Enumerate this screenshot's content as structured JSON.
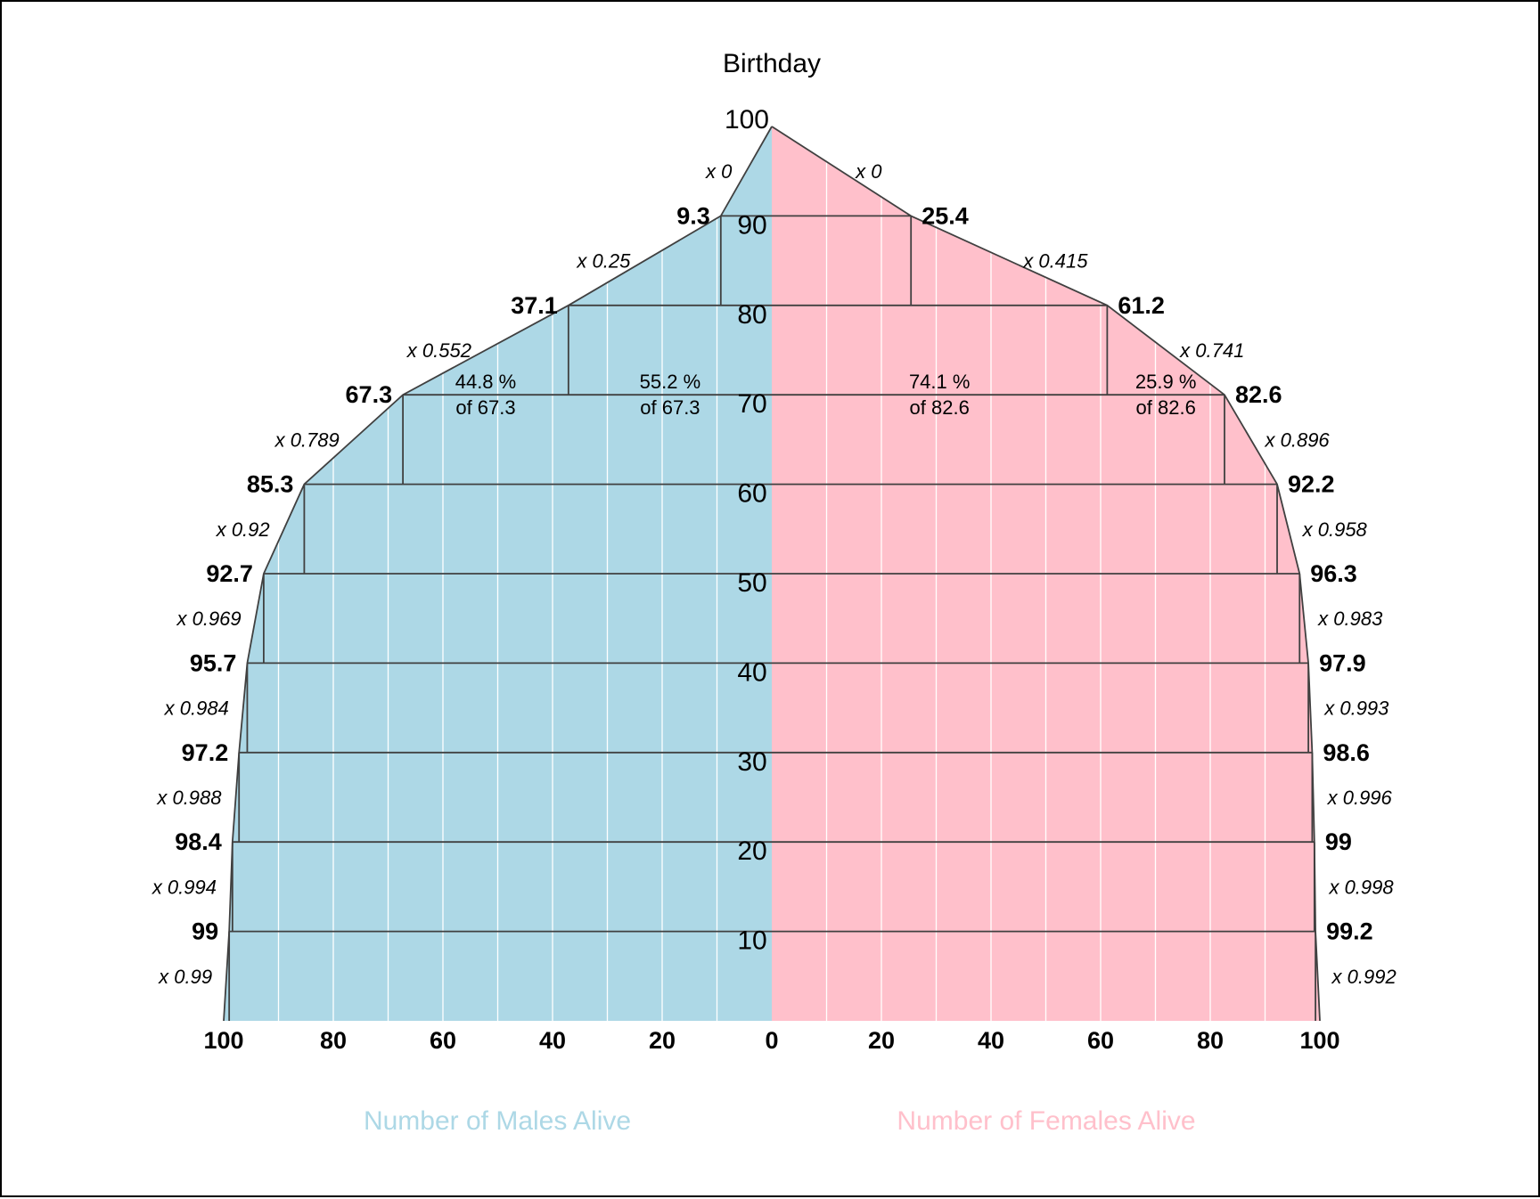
{
  "chart_data": {
    "type": "area",
    "title": "Birthday",
    "xlim": [
      0,
      100
    ],
    "ylim": [
      0,
      100
    ],
    "age_ticks": [
      10,
      20,
      30,
      40,
      50,
      60,
      70,
      80,
      90,
      100
    ],
    "x_ticks_left": [
      "100",
      "80",
      "60",
      "40",
      "20",
      "0"
    ],
    "x_ticks_right": [
      "20",
      "40",
      "60",
      "80",
      "100"
    ],
    "ages": [
      0,
      10,
      20,
      30,
      40,
      50,
      60,
      70,
      80,
      90,
      100
    ],
    "series": [
      {
        "name": "Number of Males Alive",
        "color": "#add8e6",
        "alive": [
          100,
          99,
          98.4,
          97.2,
          95.7,
          92.7,
          85.3,
          67.3,
          37.1,
          9.3,
          0
        ],
        "count_labels": [
          "99",
          "98.4",
          "97.2",
          "95.7",
          "92.7",
          "85.3",
          "67.3",
          "37.1",
          "9.3"
        ],
        "ratio_labels": [
          "x 0.99",
          "x 0.994",
          "x 0.988",
          "x 0.984",
          "x 0.969",
          "x 0.92",
          "x 0.789",
          "x 0.552",
          "x 0.25",
          "x 0"
        ]
      },
      {
        "name": "Number of Females Alive",
        "color": "#ffc0cb",
        "alive": [
          100,
          99.2,
          99,
          98.6,
          97.9,
          96.3,
          92.2,
          82.6,
          61.2,
          25.4,
          0
        ],
        "count_labels": [
          "99.2",
          "99",
          "98.6",
          "97.9",
          "96.3",
          "92.2",
          "82.6",
          "61.2",
          "25.4"
        ],
        "ratio_labels": [
          "x 0.992",
          "x 0.998",
          "x 0.996",
          "x 0.993",
          "x 0.983",
          "x 0.958",
          "x 0.896",
          "x 0.741",
          "x 0.415",
          "x 0"
        ]
      }
    ],
    "annotations": {
      "males_upper": [
        "44.8 %",
        "of 67.3"
      ],
      "males_lower": [
        "55.2 %",
        "of 67.3"
      ],
      "females_lower": [
        "74.1 %",
        "of 82.6"
      ],
      "females_upper": [
        "25.9 %",
        "of 82.6"
      ]
    }
  }
}
